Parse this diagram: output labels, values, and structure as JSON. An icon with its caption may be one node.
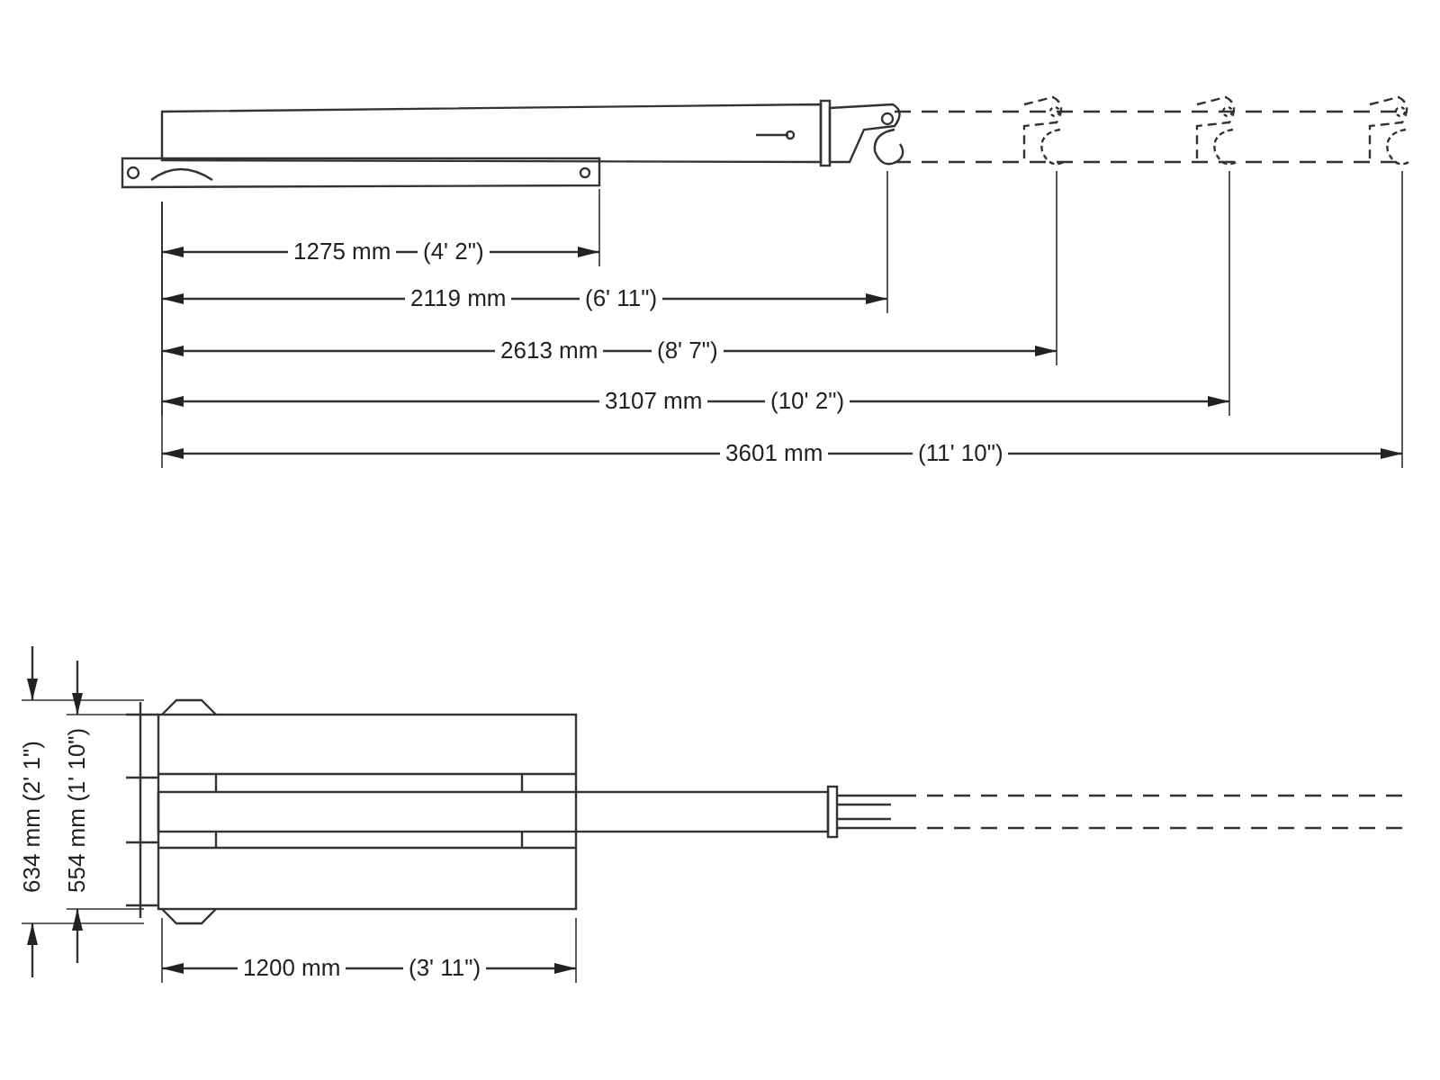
{
  "diagram": {
    "labels": [
      "1275 mm",
      "(4' 2\")",
      "2119 mm",
      "(6' 11\")",
      "2613 mm",
      "(8' 7\")",
      "3107 mm",
      "(10' 2\")",
      "3601 mm",
      "(11' 10\")",
      "634 mm (2' 1\")",
      "554 mm (1' 10\")",
      "1200 mm",
      "(3' 11\")"
    ]
  }
}
